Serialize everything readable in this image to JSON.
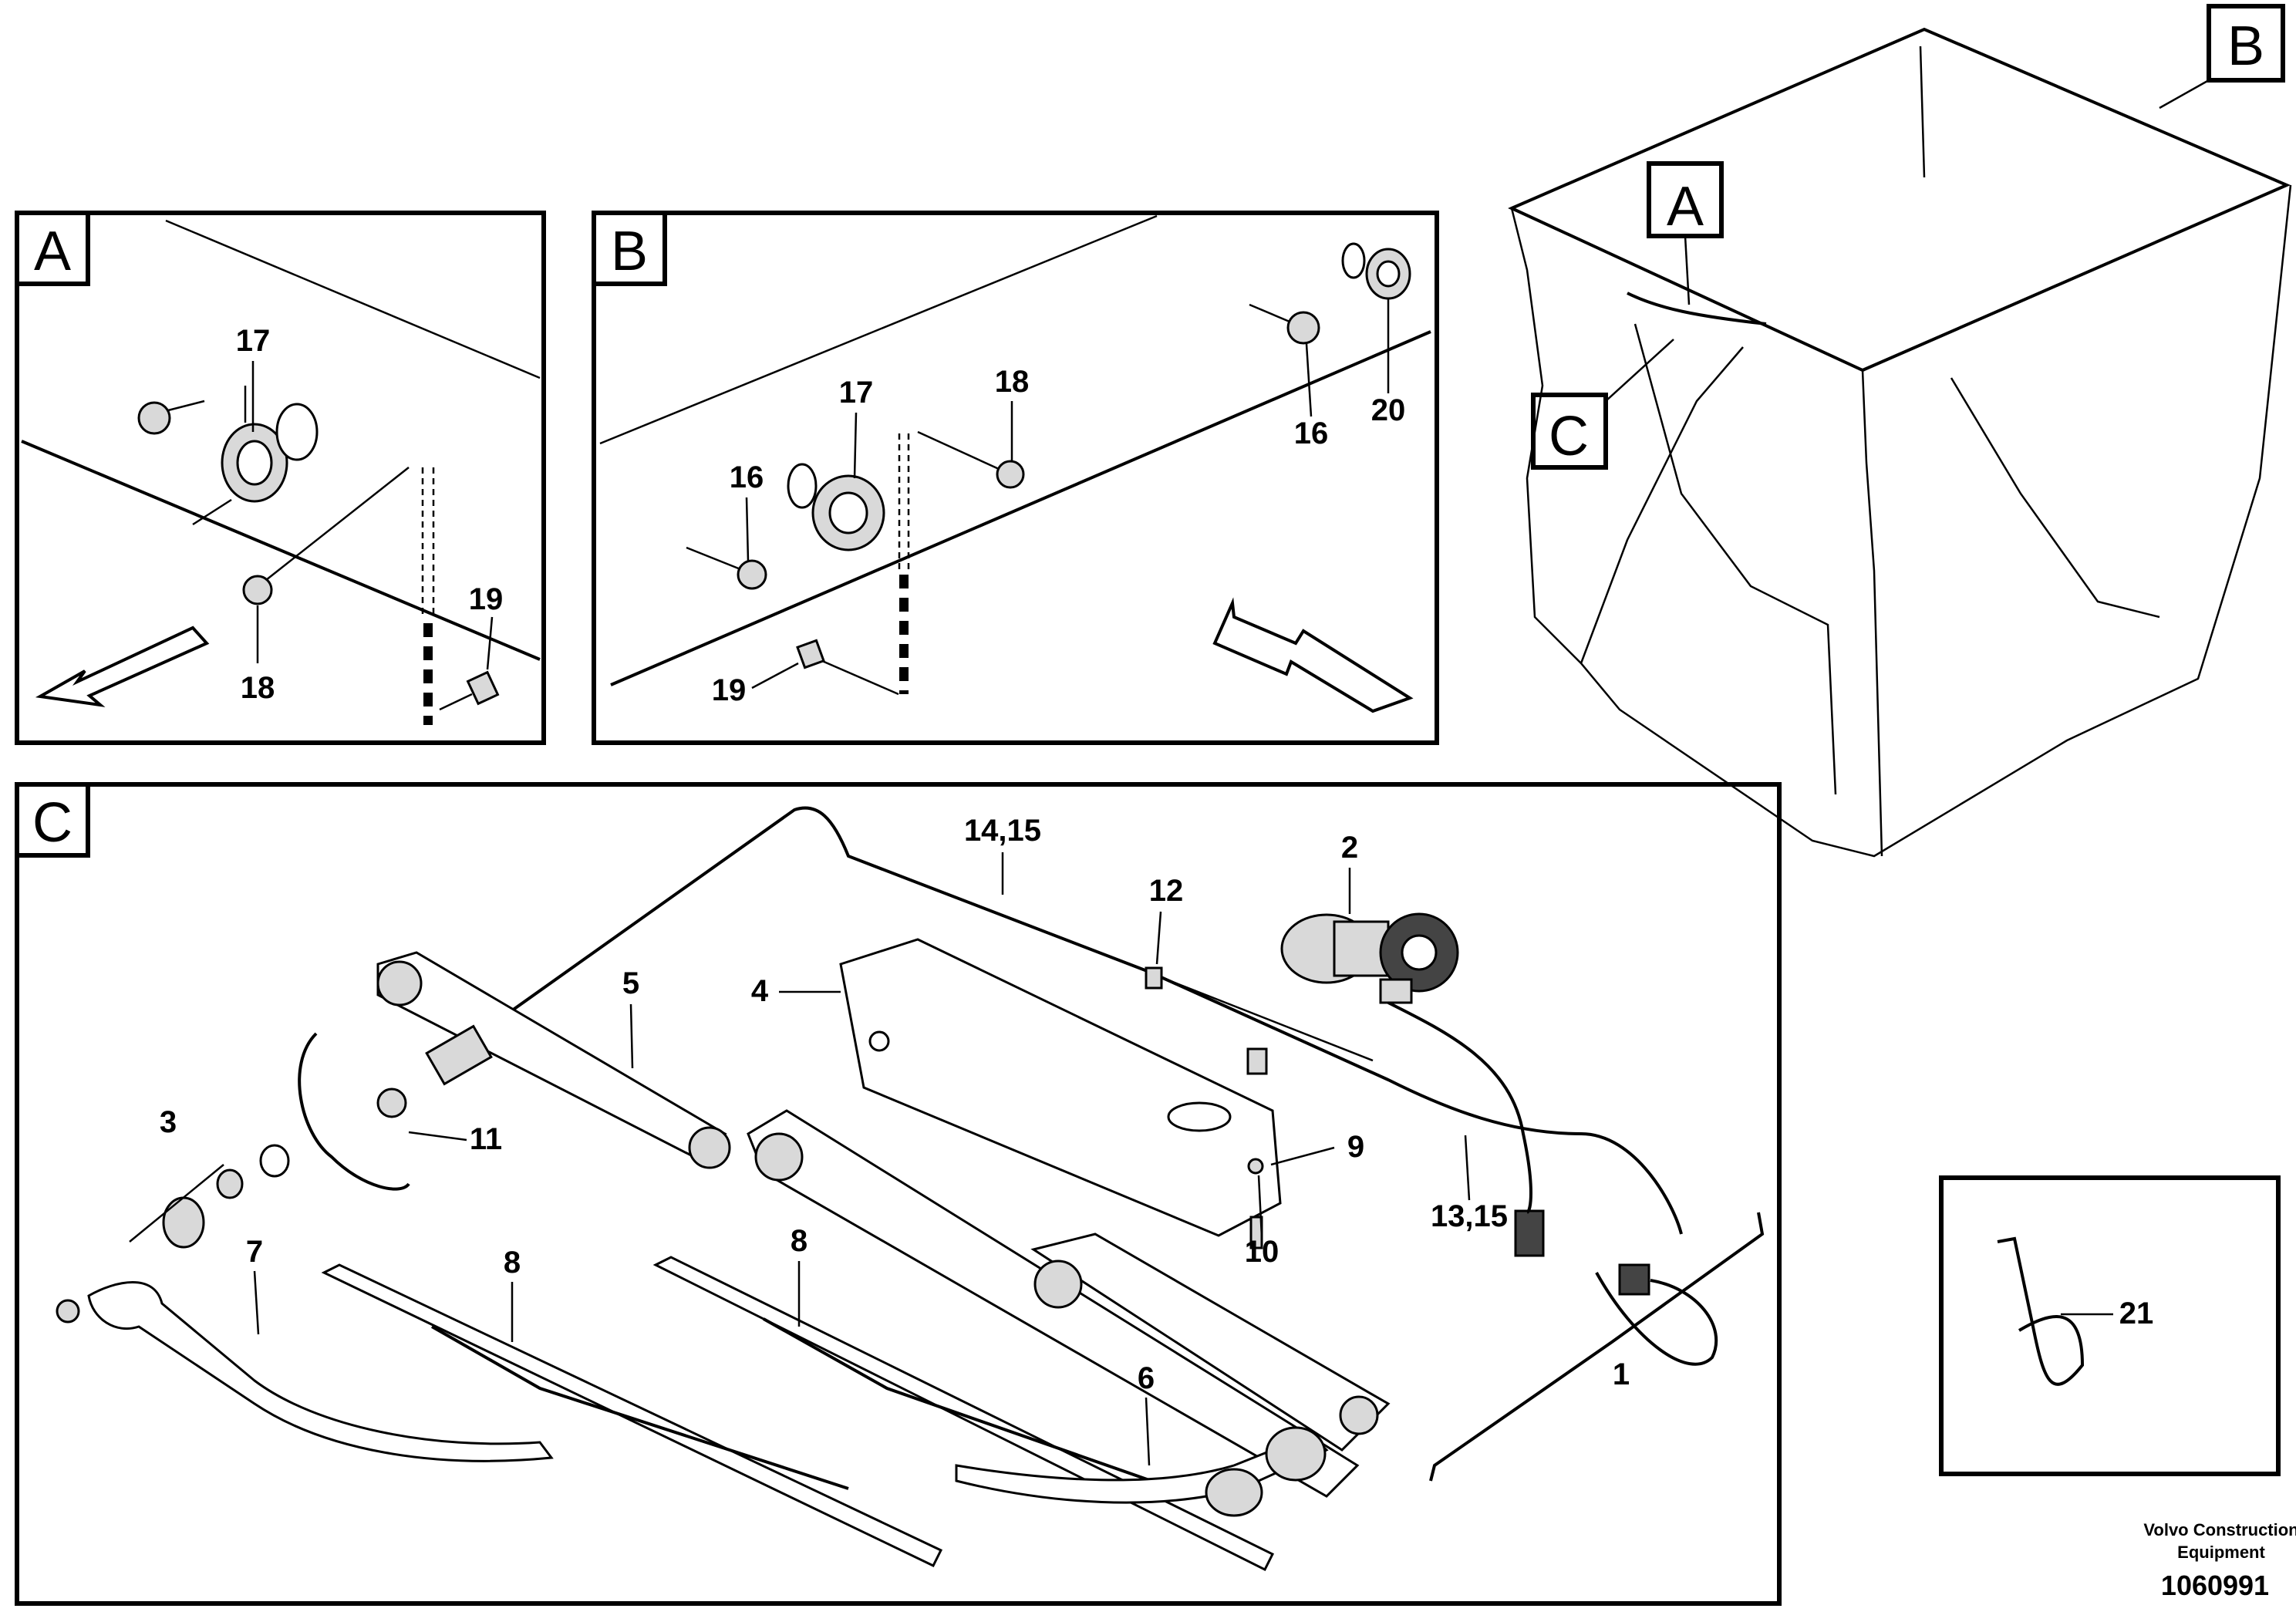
{
  "detail_tags": [
    "A",
    "B",
    "C"
  ],
  "overview_tags": [
    "A",
    "B",
    "C"
  ],
  "panel_a": {
    "labels": {
      "p17": "17",
      "p18": "18",
      "p19": "19"
    }
  },
  "panel_b": {
    "labels": {
      "p16a": "16",
      "p17": "17",
      "p18": "18",
      "p16b": "16",
      "p20": "20",
      "p19": "19"
    }
  },
  "panel_c": {
    "labels": {
      "p14_15": "14,15",
      "p2": "2",
      "p12": "12",
      "p4": "4",
      "p5": "5",
      "p3": "3",
      "p11": "11",
      "p9": "9",
      "p10": "10",
      "p13_15": "13,15",
      "p7": "7",
      "p8a": "8",
      "p8b": "8",
      "p6": "6",
      "p1": "1"
    }
  },
  "panel_d": {
    "labels": {
      "p21": "21"
    }
  },
  "footer": {
    "credit_line1": "Volvo Construction",
    "credit_line2": "Equipment",
    "doc_number": "1060991"
  }
}
